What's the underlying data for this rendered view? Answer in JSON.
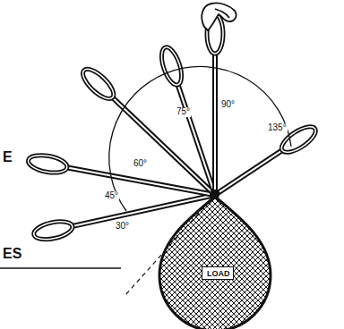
{
  "diagram": {
    "nodes": [
      {
        "text": [
          "LOAD"
        ]
      }
    ],
    "labels": [
      "E",
      "ES",
      "30°",
      "45°",
      "60°",
      "75°",
      "90°",
      "135°"
    ]
  }
}
